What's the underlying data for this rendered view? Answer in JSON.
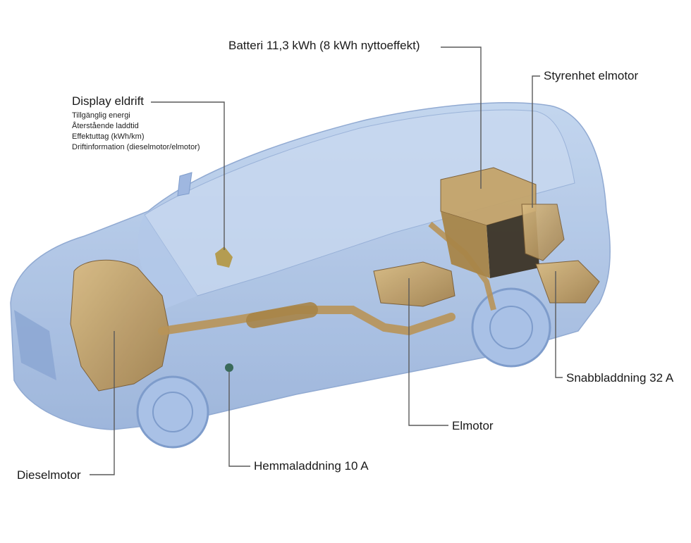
{
  "labels": {
    "display_title": "Display eldrift",
    "display_items": [
      "Tillgänglig energi",
      "Återstående laddtid",
      "Effektuttag (kWh/km)",
      "Driftinformation (dieselmotor/elmotor)"
    ],
    "battery": "Batteri 11,3 kWh (8 kWh nyttoeffekt)",
    "controller": "Styrenhet elmotor",
    "fast_charging": "Snabbladdning 32 A",
    "electric_motor": "Elmotor",
    "home_charging": "Hemmaladdning 10 A",
    "diesel_engine": "Dieselmotor"
  },
  "colors": {
    "body": "#9fbbe0",
    "body_dark": "#7e9ccb",
    "component": "#c9a66b",
    "component_dark": "#8a6a3e",
    "leader": "#5a5a5a"
  }
}
